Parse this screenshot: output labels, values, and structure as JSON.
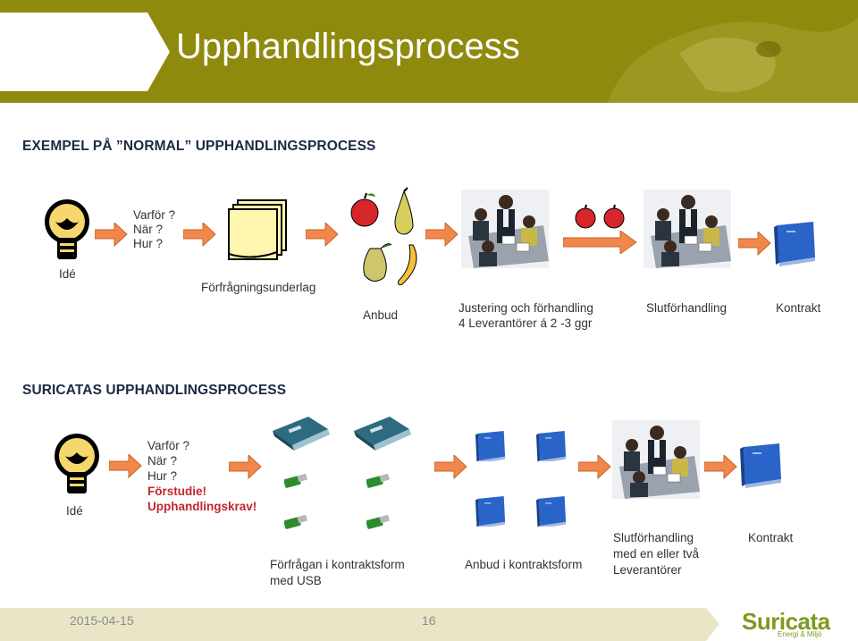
{
  "header": {
    "title": "Upphandlingsprocess"
  },
  "section1": {
    "title": "EXEMPEL PÅ ”NORMAL” UPPHANDLINGSPROCESS",
    "questions": [
      "Varför ?",
      "När ?",
      "Hur ?"
    ],
    "idea_label": "Idé",
    "rfp_label": "Förfrågningsunderlag",
    "bid_label": "Anbud",
    "negotiation_line1": "Justering och förhandling",
    "negotiation_line2": "4 Leverantörer á 2 -3 ggr",
    "final_label": "Slutförhandling",
    "contract_label": "Kontrakt"
  },
  "section2": {
    "title": "SURICATAS UPPHANDLINGSPROCESS",
    "idea_label": "Idé",
    "questions": [
      "Varför ?",
      "När ?",
      "Hur ?"
    ],
    "highlight1": "Förstudie!",
    "highlight2": "Upphandlingskrav!",
    "rfp_line1": "Förfrågan i kontraktsform",
    "rfp_line2": "med USB",
    "bid_label": "Anbud i kontraktsform",
    "final_line1": "Slutförhandling",
    "final_line2": "med en eller två",
    "final_line3": "Leverantörer",
    "contract_label": "Kontrakt"
  },
  "footer": {
    "date": "2015-04-15",
    "page": "16"
  },
  "logo": {
    "name": "Suricata",
    "tagline": "Energi & Miljö"
  },
  "colors": {
    "header": "#8f8a0e",
    "arrow": "#f2874b",
    "title_text": "#1a2a44",
    "highlight": "#c0272d",
    "binder": "#2a64c8",
    "logo": "#7d9a1e"
  }
}
